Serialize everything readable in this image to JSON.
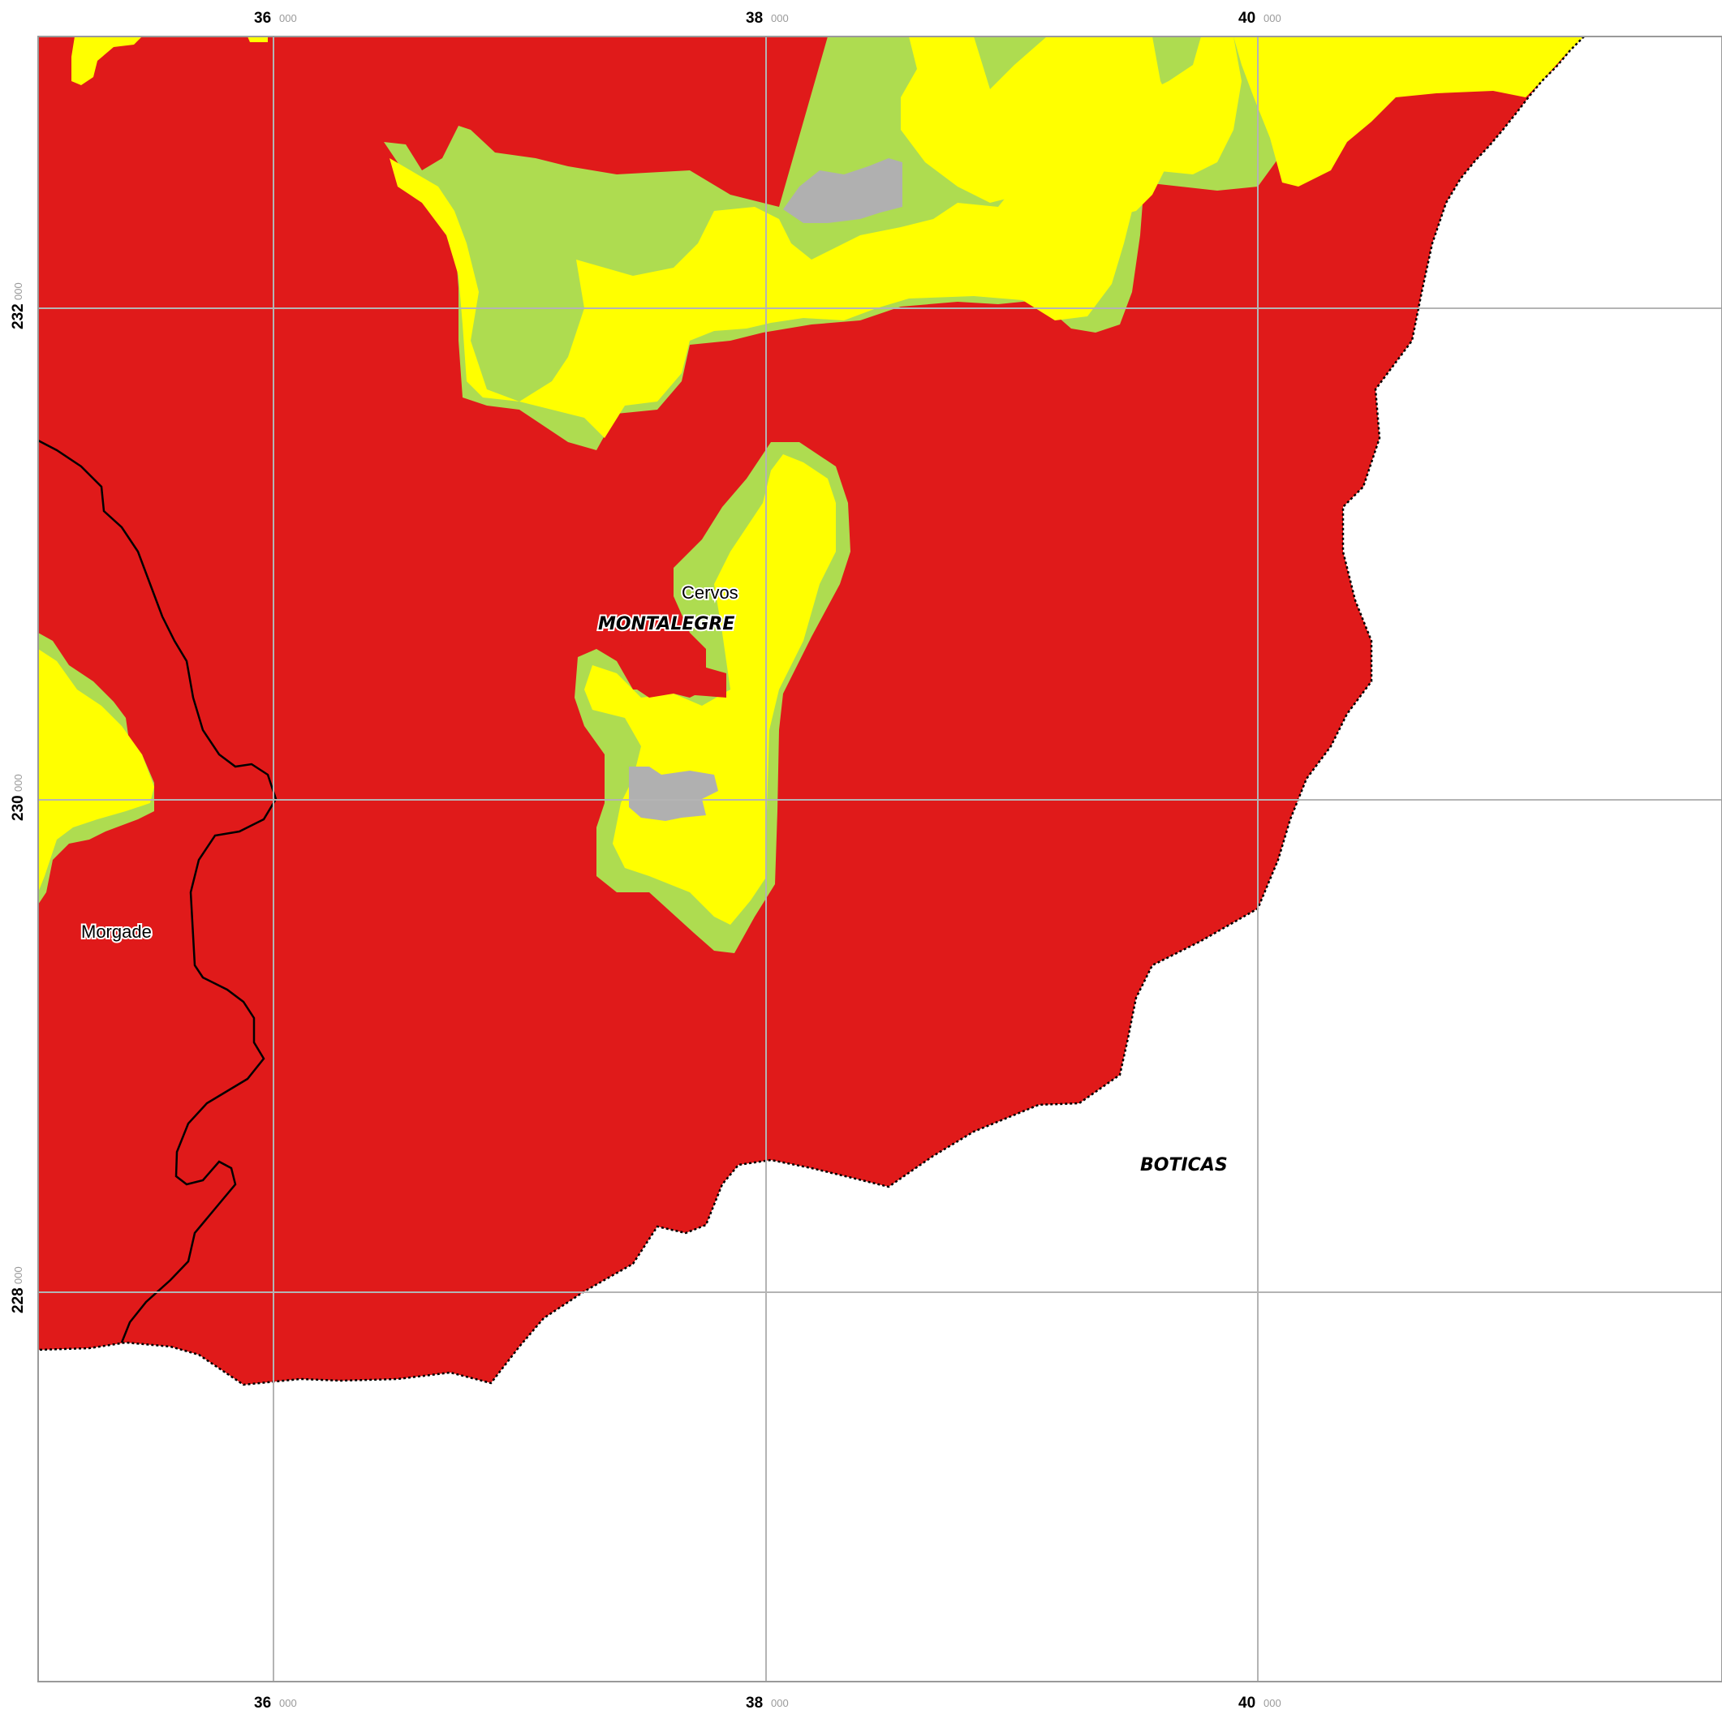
{
  "map": {
    "legend_colors": {
      "high": "#e01a1a",
      "medium": "#ffff00",
      "low": "#aedc50",
      "urban": "#b0b0b0",
      "outside": "#ffffff",
      "grid": "#b4b4b4"
    },
    "x_ticks": [
      {
        "major": "36",
        "minor": "000"
      },
      {
        "major": "38",
        "minor": "000"
      },
      {
        "major": "40",
        "minor": "000"
      }
    ],
    "y_ticks": [
      {
        "major": "232",
        "minor": "000"
      },
      {
        "major": "230",
        "minor": "000"
      },
      {
        "major": "228",
        "minor": "000"
      }
    ],
    "places": {
      "cervos": "Cervos",
      "morgade": "Morgade"
    },
    "municipalities": {
      "montalegre": "MONTALEGRE",
      "boticas": "BOTICAS"
    },
    "icons": [
      "municipal-boundary-line",
      "parish-boundary-line"
    ]
  }
}
